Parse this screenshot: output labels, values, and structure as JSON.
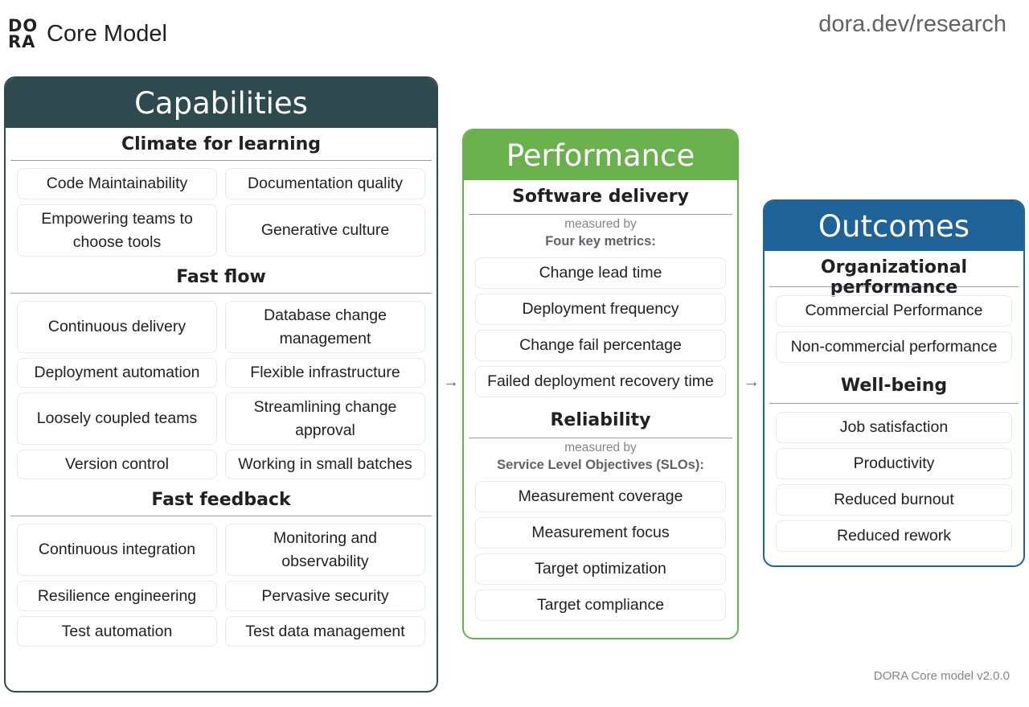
{
  "header": {
    "logo_letters": [
      "DO",
      "RA"
    ],
    "title": "Core Model",
    "url": "dora.dev/research"
  },
  "capabilities": {
    "title": "Capabilities",
    "sections": [
      {
        "title": "Climate for learning",
        "items": [
          "Code Maintainability",
          "Documentation quality",
          "Empowering teams to choose tools",
          "Generative culture"
        ]
      },
      {
        "title": "Fast flow",
        "items": [
          "Continuous delivery",
          "Database change management",
          "Deployment automation",
          "Flexible infrastructure",
          "Loosely coupled teams",
          "Streamlining change approval",
          "Version control",
          "Working in small batches"
        ]
      },
      {
        "title": "Fast feedback",
        "items": [
          "Continuous integration",
          "Monitoring and observability",
          "Resilience engineering",
          "Pervasive security",
          "Test automation",
          "Test data management"
        ]
      }
    ]
  },
  "performance": {
    "title": "Performance",
    "software_delivery": {
      "title": "Software delivery",
      "measured_by": "measured by",
      "metric_label": "Four key metrics:",
      "items": [
        "Change lead time",
        "Deployment frequency",
        "Change fail percentage",
        "Failed deployment recovery time"
      ]
    },
    "reliability": {
      "title": "Reliability",
      "measured_by": "measured by",
      "metric_label": "Service Level Objectives (SLOs):",
      "items": [
        "Measurement coverage",
        "Measurement focus",
        "Target optimization",
        "Target compliance"
      ]
    }
  },
  "outcomes": {
    "title": "Outcomes",
    "organizational": {
      "title": "Organizational performance",
      "items": [
        "Commercial Performance",
        "Non-commercial performance"
      ]
    },
    "wellbeing": {
      "title": "Well-being",
      "items": [
        "Job satisfaction",
        "Productivity",
        "Reduced burnout",
        "Reduced rework"
      ]
    }
  },
  "arrows": [
    "→",
    "→"
  ],
  "footer": {
    "version": "DORA Core model v2.0.0"
  },
  "colors": {
    "capabilities": "#2f4a4e",
    "performance": "#6ab04c",
    "outcomes": "#1f6298"
  }
}
